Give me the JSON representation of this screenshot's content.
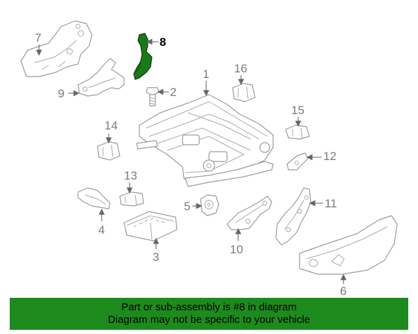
{
  "callouts": {
    "c1": "1",
    "c2": "2",
    "c3": "3",
    "c4": "4",
    "c5": "5",
    "c6": "6",
    "c7": "7",
    "c8": "8",
    "c9": "9",
    "c10": "10",
    "c11": "11",
    "c12": "12",
    "c13": "13",
    "c14": "14",
    "c15": "15",
    "c16": "16"
  },
  "highlighted_part": "8",
  "highlight_color": "#1d8a1d",
  "banner": {
    "line1": "Part or sub-assembly is #8 in diagram",
    "line2": "Diagram may not be specific to your vehicle"
  }
}
